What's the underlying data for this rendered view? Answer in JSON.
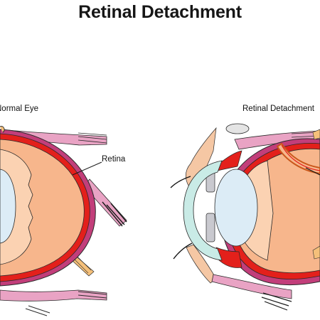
{
  "title": "Retinal Detachment",
  "panels": {
    "left_label": "Normal Eye",
    "right_label": "Retinal Detachment"
  },
  "labels": {
    "retina": "Retina"
  },
  "colors": {
    "lens_fill": "#dcecf6",
    "vitreous_fill": "#f7b68c",
    "vitreous_light": "#fbd2b2",
    "retina_red": "#e3201b",
    "muscle_pink": "#e9a3c4",
    "muscle_magenta": "#c23e7a",
    "cornea_cyan": "#c9ebe6",
    "outline": "#2a2a2a"
  }
}
